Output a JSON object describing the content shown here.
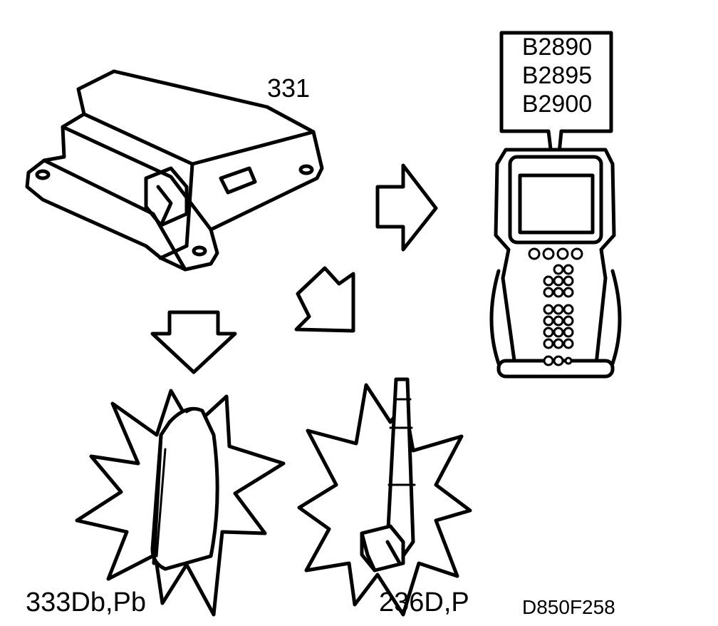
{
  "labels": {
    "module": "331",
    "airbag": "333Db,Pb",
    "sensor": "236D,P",
    "reference": "D850F258"
  },
  "scan_tool": {
    "codes": [
      "B2890",
      "B2895",
      "B2900"
    ]
  },
  "colors": {
    "line": "#000000",
    "background": "#ffffff"
  }
}
